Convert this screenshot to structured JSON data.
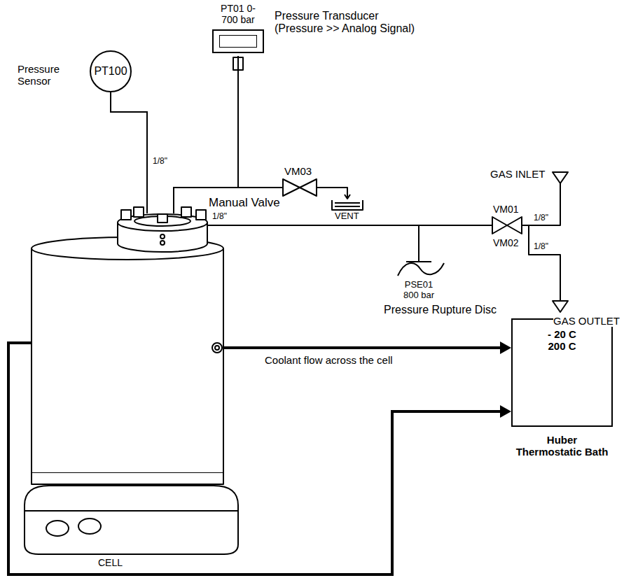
{
  "diagram": {
    "nodes": [
      {
        "text": [
          "PT100"
        ]
      },
      {
        "text": [
          "PT01 0-700 bar"
        ]
      },
      {
        "text": [
          "CELL"
        ]
      },
      {
        "text": [
          "- 20 C 200 C",
          "Huber Thermostatic Bath"
        ]
      }
    ],
    "edges": [
      {
        "from": 0,
        "to": 2,
        "arrow": "none"
      },
      {
        "from": 1,
        "to": 2,
        "arrow": "none"
      },
      {
        "from": 2,
        "to": 3,
        "arrow": "to"
      },
      {
        "from": 2,
        "to": 3,
        "arrow": "to"
      }
    ],
    "labels": [
      "Pressure Sensor",
      "Pressure Transducer (Pressure >> Analog Signal)",
      "1/8\"",
      "VM03",
      "Manual Valve",
      "VENT",
      "1/8\"",
      "GAS INLET",
      "VM01",
      "1/8\"",
      "VM02",
      "1/8\"",
      "PSE01 800 bar",
      "Pressure Rupture Disc",
      "GAS OUTLET",
      "Coolant flow across the cell"
    ]
  }
}
